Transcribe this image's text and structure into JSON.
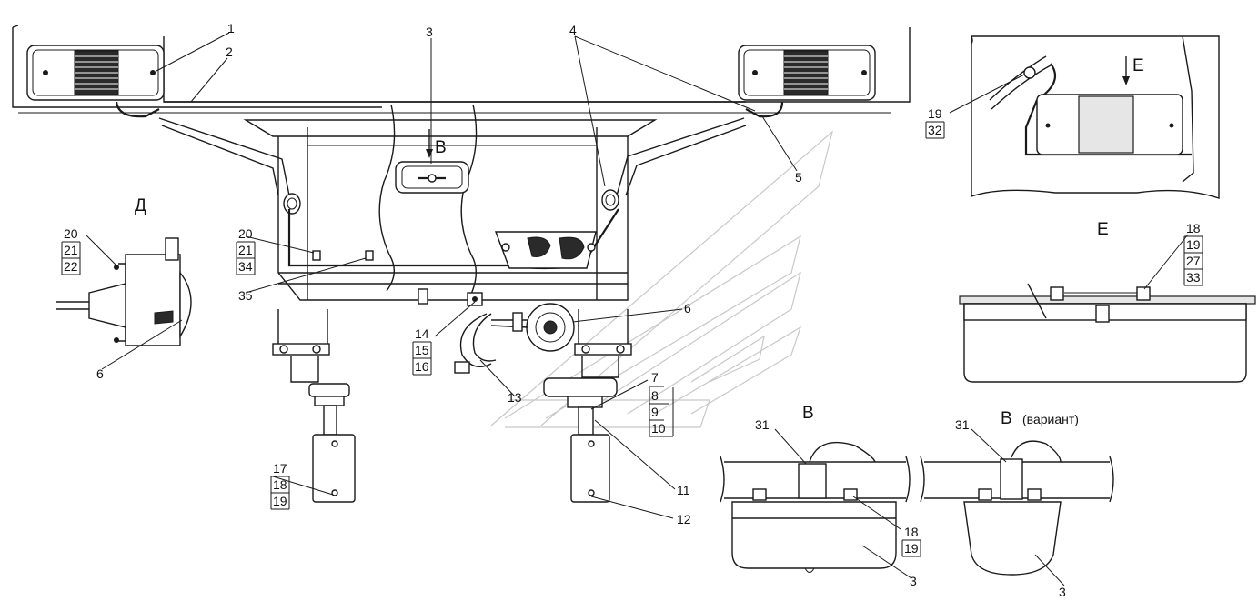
{
  "views": {
    "d": "Д",
    "e_arrow": "Е",
    "e_section": "Е",
    "b_arrow": "В",
    "b_section": "В",
    "b_variant": "В",
    "b_variant_suffix": "(вариант)"
  },
  "labels": {
    "l1": "1",
    "l2": "2",
    "l3": "3",
    "l4": "4",
    "l5": "5",
    "l6": "6",
    "l6b": "6",
    "l7": "7",
    "l8": "8",
    "l9": "9",
    "l10": "10",
    "l11": "11",
    "l12": "12",
    "l13": "13",
    "l14": "14",
    "l15": "15",
    "l16": "16",
    "l17": "17",
    "l18a": "18",
    "l19a": "19",
    "l20a": "20",
    "l21a": "21",
    "l34": "34",
    "l35": "35",
    "l20b": "20",
    "l21b": "21",
    "l22": "22",
    "l19b": "19",
    "l32": "32",
    "l18b": "18",
    "l19c": "19",
    "l27": "27",
    "l33": "33",
    "l31a": "31",
    "l18c": "18",
    "l19d": "19",
    "l3b": "3",
    "l31b": "31",
    "l3c": "3"
  }
}
